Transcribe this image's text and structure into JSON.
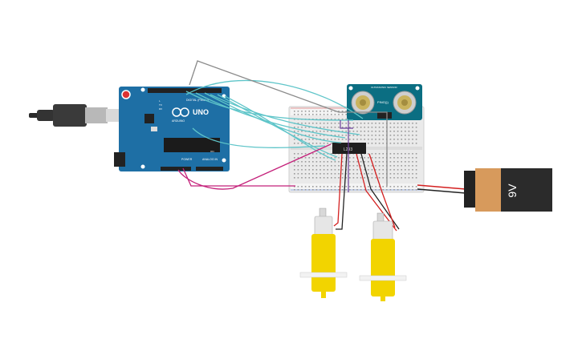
{
  "arduino": {
    "brand": "ARDUINO",
    "model": "UNO",
    "digital_label": "DIGITAL (PWM ~)",
    "power_label": "POWER",
    "analog_label": "ANALOG IN",
    "tx_label": "TX",
    "rx_label": "RX",
    "l_label": "L",
    "on_label": "ON"
  },
  "sensor": {
    "model": "PING)))",
    "header": "ULTRASONIC SENSOR"
  },
  "driver": {
    "chip_label": "L293"
  },
  "battery": {
    "label": "9V"
  },
  "colors": {
    "board": "#1e6fa5",
    "wire_cyan": "#5fc5c9",
    "wire_gray": "#8a8a8a",
    "wire_magenta": "#c4207a",
    "wire_red": "#d42020",
    "wire_black": "#222222",
    "wire_purple": "#6a3d9a",
    "motor_yellow": "#f2d400",
    "battery_orange": "#d79a5c"
  }
}
